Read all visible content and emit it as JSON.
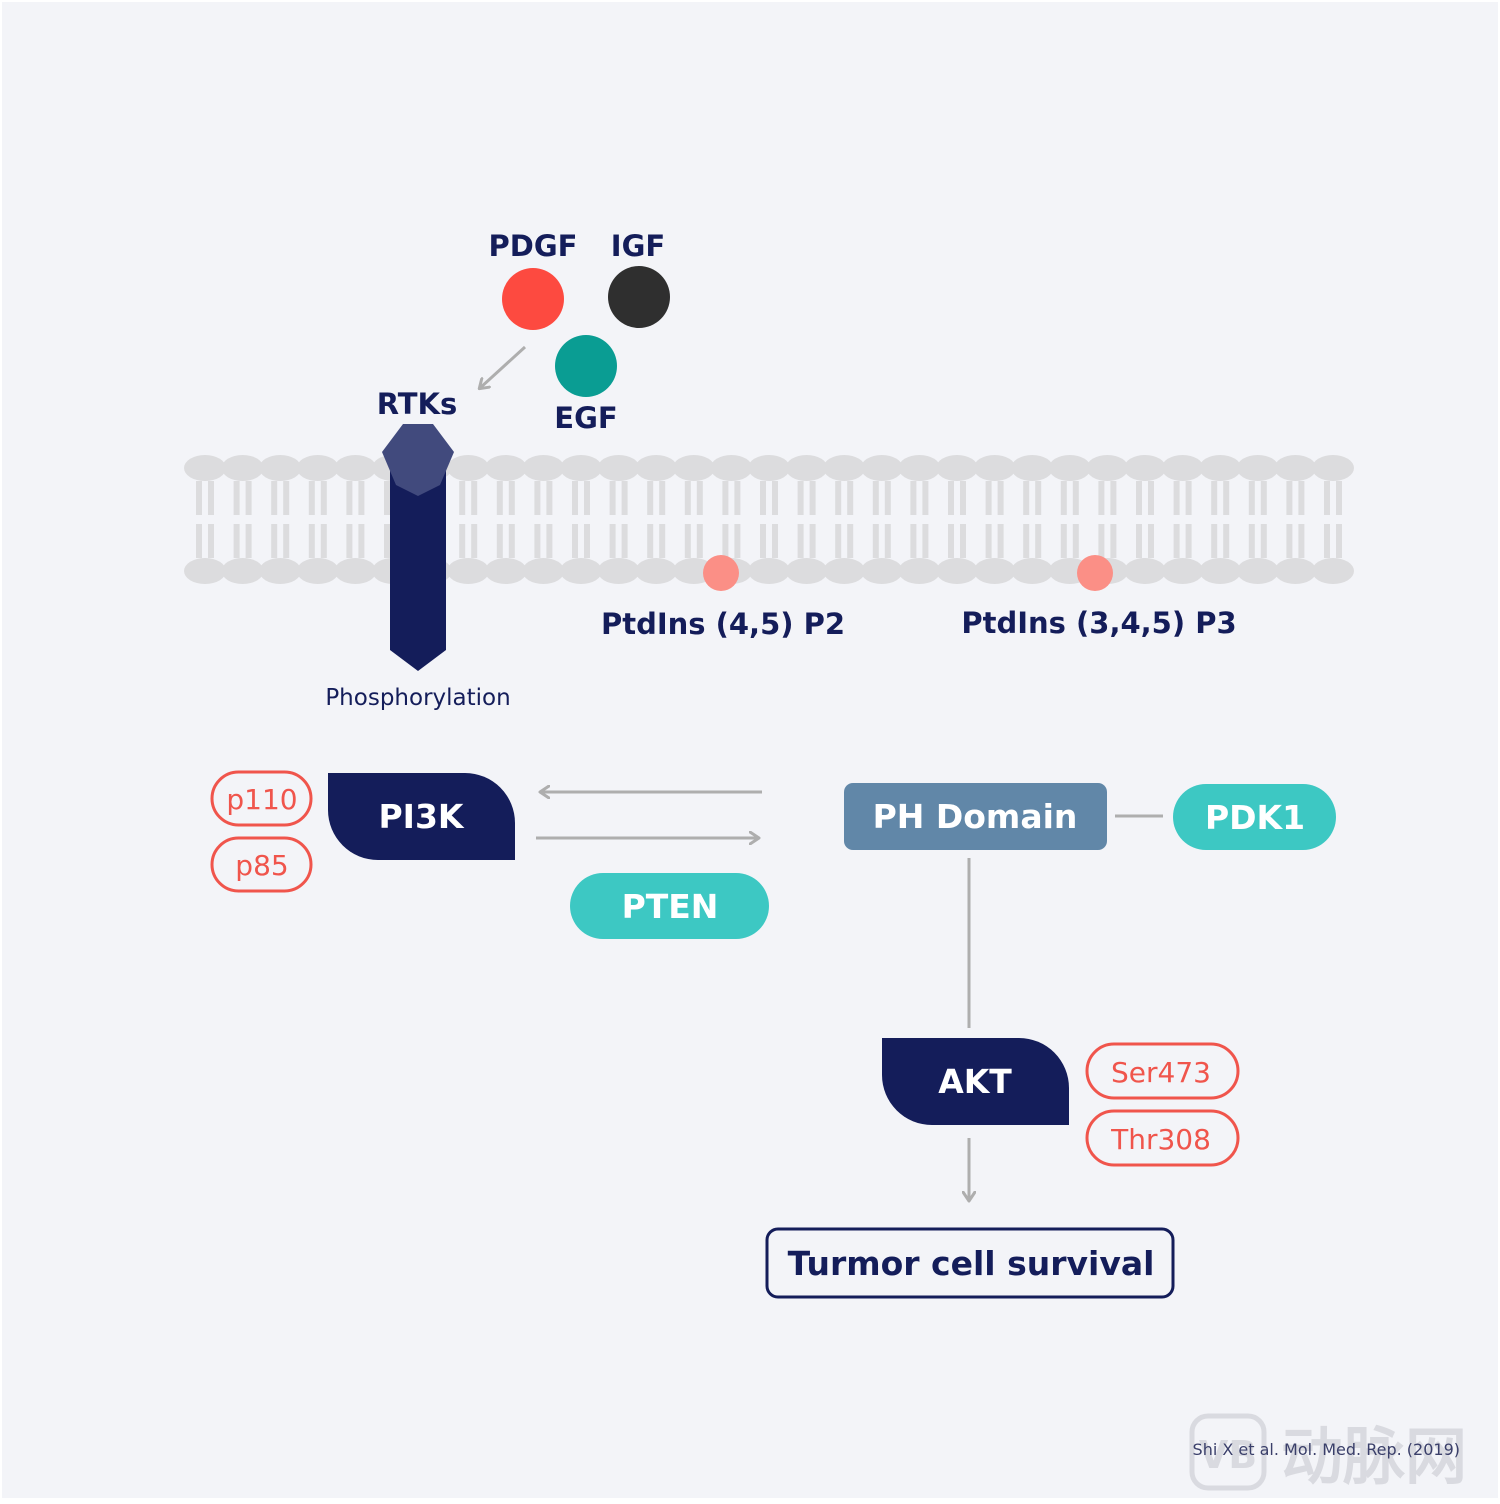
{
  "ligands": {
    "pdgf": {
      "label": "PDGF",
      "color": "#fd4a40"
    },
    "igf": {
      "label": "IGF",
      "color": "#2f2f2f"
    },
    "egf": {
      "label": "EGF",
      "color": "#0a9d93"
    }
  },
  "receptor": {
    "label": "RTKs",
    "process_label": "Phosphorylation",
    "color": "#141d5a",
    "head_color": "#414a7d"
  },
  "lipids": {
    "pip2": {
      "label": "PtdIns (4,5) P2",
      "color": "#fb8f86"
    },
    "pip3": {
      "label": "PtdIns (3,4,5) P3",
      "color": "#fb8f86"
    }
  },
  "pi3k": {
    "label": "PI3K",
    "subunits": [
      "p110",
      "p85"
    ]
  },
  "pten": {
    "label": "PTEN"
  },
  "ph_domain": {
    "label": "PH Domain"
  },
  "pdk1": {
    "label": "PDK1"
  },
  "akt": {
    "label": "AKT",
    "sites": [
      "Ser473",
      "Thr308"
    ]
  },
  "outcome": {
    "label": "Turmor cell survival"
  },
  "citation": "Shi X et al. Mol. Med. Rep. (2019)",
  "watermark": "动脉网",
  "colors": {
    "background": "#f3f4f8",
    "navy": "#141d5a",
    "teal": "#3dc8c3",
    "steel": "#6187a8",
    "red_outline": "#f0554c",
    "arrow_gray": "#aeaeae",
    "membrane_gray": "#dcdcde"
  }
}
